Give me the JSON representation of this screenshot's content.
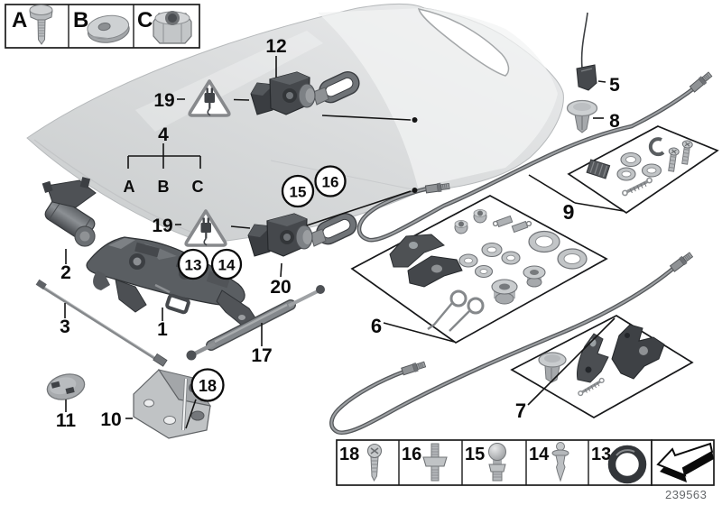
{
  "page": {
    "type": "parts-diagram",
    "background": "#ffffff",
    "drawing_number": "239563"
  },
  "fastener_legend": {
    "items": [
      {
        "label": "A",
        "icon": "hex-bolt-icon"
      },
      {
        "label": "B",
        "icon": "washer-disc-icon"
      },
      {
        "label": "C",
        "icon": "hex-nut-icon"
      }
    ]
  },
  "variant_group": {
    "number": "4",
    "options": [
      {
        "label": "A"
      },
      {
        "label": "B"
      },
      {
        "label": "C"
      }
    ]
  },
  "callouts": {
    "n1": "1",
    "n2": "2",
    "n3": "3",
    "n4": "4",
    "n5": "5",
    "n6": "6",
    "n7": "7",
    "n8": "8",
    "n9": "9",
    "n10": "10",
    "n11": "11",
    "n12": "12",
    "n13": "13",
    "n14": "14",
    "n15": "15",
    "n16": "16",
    "n17": "17",
    "n18": "18",
    "n19": "19",
    "n20": "20"
  },
  "warning": {
    "icon": "electric-shock-warning-triangle-icon",
    "occurrences": 2
  },
  "bottom_legend": {
    "items": [
      {
        "label": "18",
        "icon": "screw-icon"
      },
      {
        "label": "16",
        "icon": "threaded-stud-icon"
      },
      {
        "label": "15",
        "icon": "ball-stud-icon"
      },
      {
        "label": "14",
        "icon": "plastic-rivet-icon"
      },
      {
        "label": "13",
        "icon": "o-ring-icon"
      }
    ],
    "arrow_icon": "direction-of-travel-arrow-icon"
  },
  "colors": {
    "lid_panel": "#d8dadb",
    "part_dark": "#3c3f43",
    "part_mid": "#7b7f83",
    "part_light": "#c4c7c9",
    "cable": "#9da0a3",
    "outline": "#141414",
    "doc_number": "#64676a"
  }
}
